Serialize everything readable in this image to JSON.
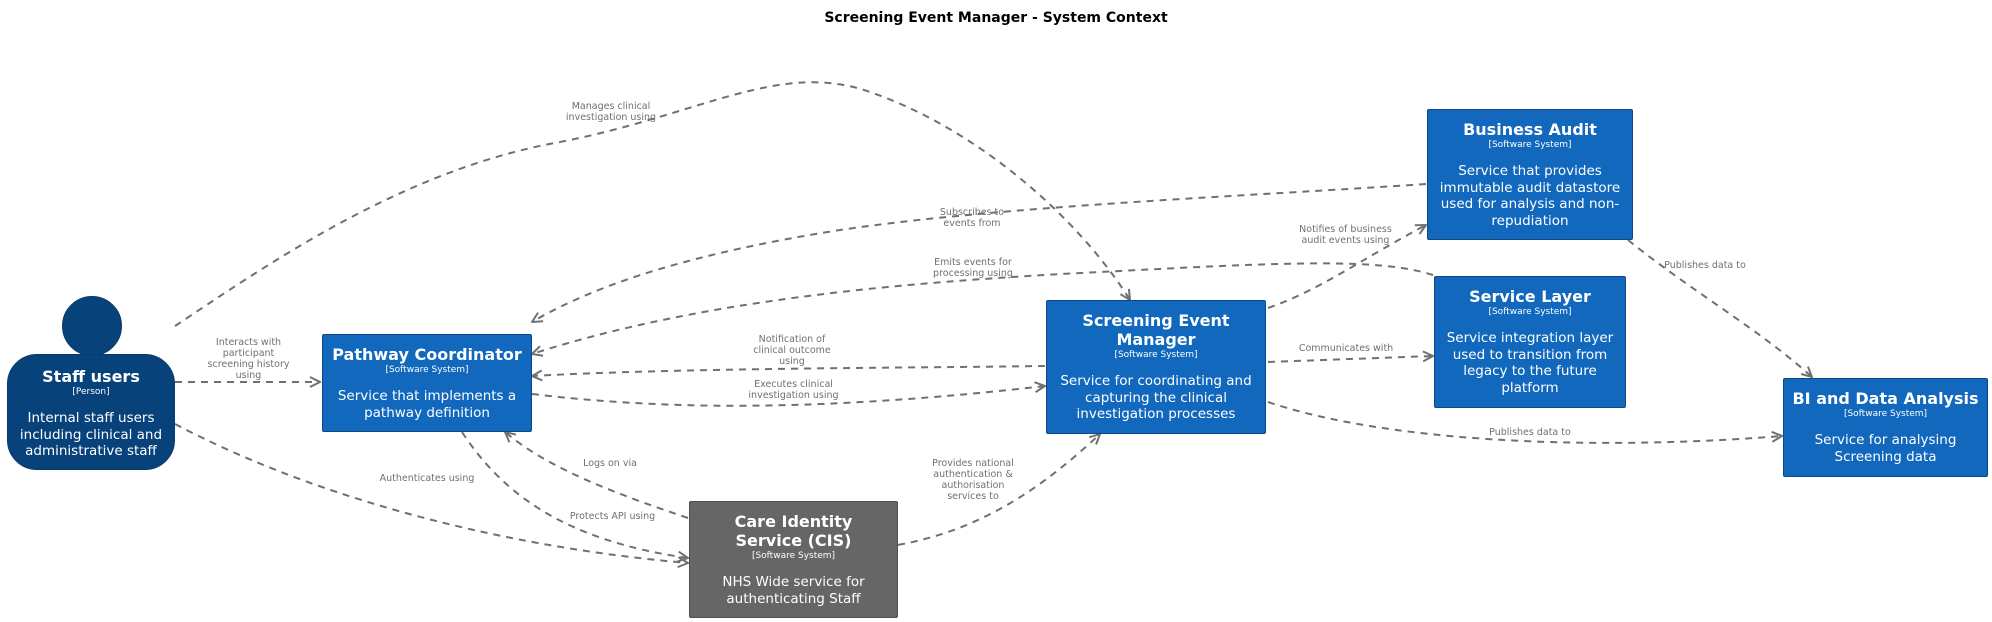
{
  "title": "Screening Event Manager - System Context",
  "nodes": {
    "staff": {
      "name": "Staff users",
      "type": "[Person]",
      "description": "Internal staff users including clinical and administrative staff"
    },
    "pathway": {
      "name": "Pathway Coordinator",
      "type": "[Software System]",
      "description": "Service that implements a pathway definition"
    },
    "sem": {
      "name": "Screening Event Manager",
      "type": "[Software System]",
      "description": "Service for coordinating and capturing the clinical investigation processes"
    },
    "audit": {
      "name": "Business Audit",
      "type": "[Software System]",
      "description": "Service that provides immutable audit datastore used for analysis and non-repudiation"
    },
    "service_layer": {
      "name": "Service Layer",
      "type": "[Software System]",
      "description": "Service integration layer used to transition from legacy to the future platform"
    },
    "bi": {
      "name": "BI and Data Analysis",
      "type": "[Software System]",
      "description": "Service for analysing Screening data"
    },
    "cis": {
      "name": "Care Identity Service (CIS)",
      "type": "[Software System]",
      "description": "NHS Wide service for authenticating Staff"
    }
  },
  "edges": [
    {
      "label": "Manages clinical\ninvestigation using"
    },
    {
      "label": "Interacts with\nparticipant\nscreening history\nusing"
    },
    {
      "label": "Authenticates using"
    },
    {
      "label": "Subscribes to\nevents from"
    },
    {
      "label": "Emits events for\nprocessing using"
    },
    {
      "label": "Notification of\nclinical outcome\nusing"
    },
    {
      "label": "Executes clinical\ninvestigation using"
    },
    {
      "label": "Logs on via"
    },
    {
      "label": "Protects API using"
    },
    {
      "label": "Provides national\nauthentication &\nauthorisation\nservices to"
    },
    {
      "label": "Notifies of business\naudit events using"
    },
    {
      "label": "Communicates with"
    },
    {
      "label": "Publishes data to"
    },
    {
      "label": "Publishes data to"
    }
  ]
}
